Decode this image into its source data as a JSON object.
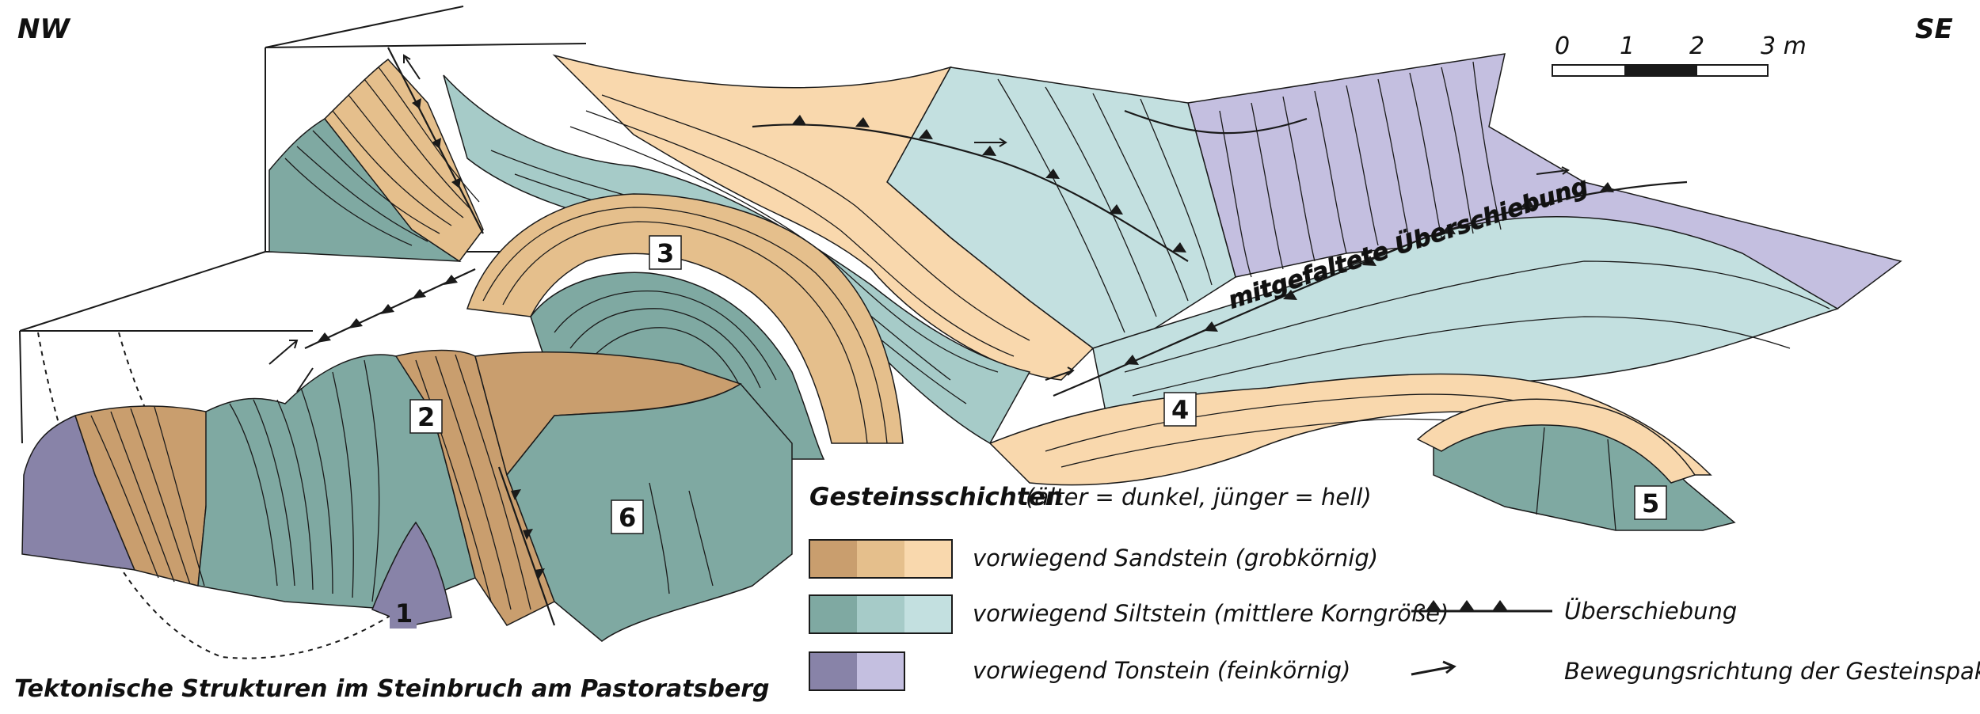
{
  "orientation": {
    "left": "NW",
    "right": "SE"
  },
  "scale": {
    "ticks": [
      "0",
      "1",
      "2",
      "3 m"
    ]
  },
  "title": "Tektonische Strukturen im Steinbruch am Pastoratsberg",
  "units": [
    "1",
    "2",
    "3",
    "4",
    "5",
    "6"
  ],
  "annotation": "mitgefaltete Überschiebung",
  "legend": {
    "heading": "Gesteinsschichten",
    "heading_note": "(älter = dunkel, jünger = hell)",
    "rows": [
      {
        "label": "vorwiegend Sandstein (grobkörnig)",
        "colors": [
          "#c99e6e",
          "#e5bf8c",
          "#f9d8ad"
        ]
      },
      {
        "label": "vorwiegend Siltstein (mittlere Korngröße)",
        "colors": [
          "#7fa9a2",
          "#a6cbc8",
          "#c3e0e0"
        ]
      },
      {
        "label": "vorwiegend Tonstein (feinkörnig)",
        "colors": [
          "#8883a8",
          "#c4bfe0"
        ]
      }
    ],
    "symbols": [
      {
        "label": "Überschiebung",
        "icon": "thrust-fault-symbol"
      },
      {
        "label": "Bewegungsrichtung der Gesteinspakete",
        "icon": "movement-arrow"
      }
    ]
  },
  "colors": {
    "sand_dark": "#c99e6e",
    "sand_mid": "#e5bf8c",
    "sand_light": "#f9d8ad",
    "silt_dark": "#7fa9a2",
    "silt_mid": "#a6cbc8",
    "silt_light": "#c3e0e0",
    "clay_dark": "#8883a8",
    "clay_light": "#c4bfe0"
  }
}
